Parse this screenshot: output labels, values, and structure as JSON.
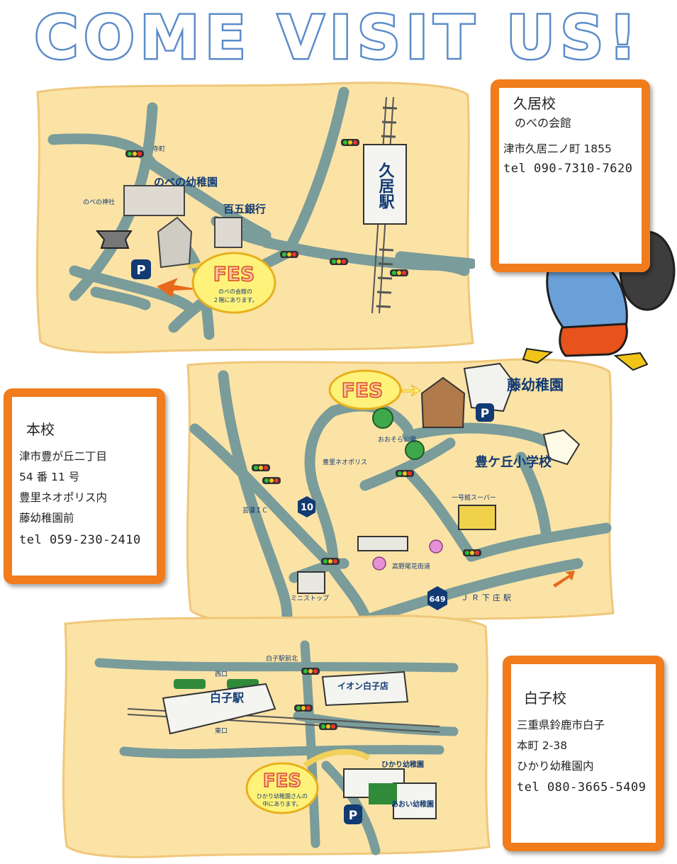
{
  "title": "COME VISIT US!",
  "cards": {
    "kui": {
      "school": "久居校",
      "venue": "のべの会館",
      "address_lines": [
        "津市久居二ノ町 1855"
      ],
      "tel": "tel  090-7310-7620"
    },
    "honko": {
      "school": "本校",
      "address_lines": [
        "津市豊が丘二丁目",
        "54 番 11 号",
        "豊里ネオポリス内",
        "藤幼稚園前"
      ],
      "tel": "tel  059-230-2410"
    },
    "shiroko": {
      "school": "白子校",
      "address_lines": [
        "三重県鈴鹿市白子",
        "本町 2-38",
        "ひかり幼稚園内"
      ],
      "tel": "tel  080-3665-5409"
    }
  },
  "map1": {
    "labels": {
      "teramachi": "寺町",
      "kindergarten": "のべの幼稚園",
      "shrine": "のべの神社",
      "bank": "百五銀行",
      "station": "久居駅",
      "fes": "FES",
      "fes_note_1": "のべの会館の",
      "fes_note_2": "２階にあります。",
      "parking": "P"
    }
  },
  "map2": {
    "labels": {
      "fes": "FES",
      "kindergarten": "藤幼稚園",
      "park": "おおそら公園",
      "neopolis": "豊里ネオポリス",
      "school": "豊ケ丘小学校",
      "geino_ic": "芸濃ＩＣ",
      "route10": "10",
      "supermarket": "一号館スーパー",
      "flower_road": "高野尾花街道",
      "ministop": "ミニストップ",
      "route649": "649",
      "jr_station": "ＪＲ下庄駅",
      "parking": "P"
    }
  },
  "map3": {
    "labels": {
      "station_north": "白子駅前北",
      "west_exit": "西口",
      "station": "白子駅",
      "east_exit": "東口",
      "aeon": "イオン白子店",
      "hikari": "ひかり幼稚園",
      "aoi": "あおい幼稚園",
      "fes": "FES",
      "fes_note_1": "ひかり幼稚園さんの",
      "fes_note_2": "中にあります。",
      "parking": "P"
    }
  },
  "colors": {
    "card_border": "#f07c1c",
    "map_paper": "#fbe3a6",
    "road": "#7a9c9a",
    "title_blue": "#5b8cc9",
    "text_blue": "#123a73"
  }
}
